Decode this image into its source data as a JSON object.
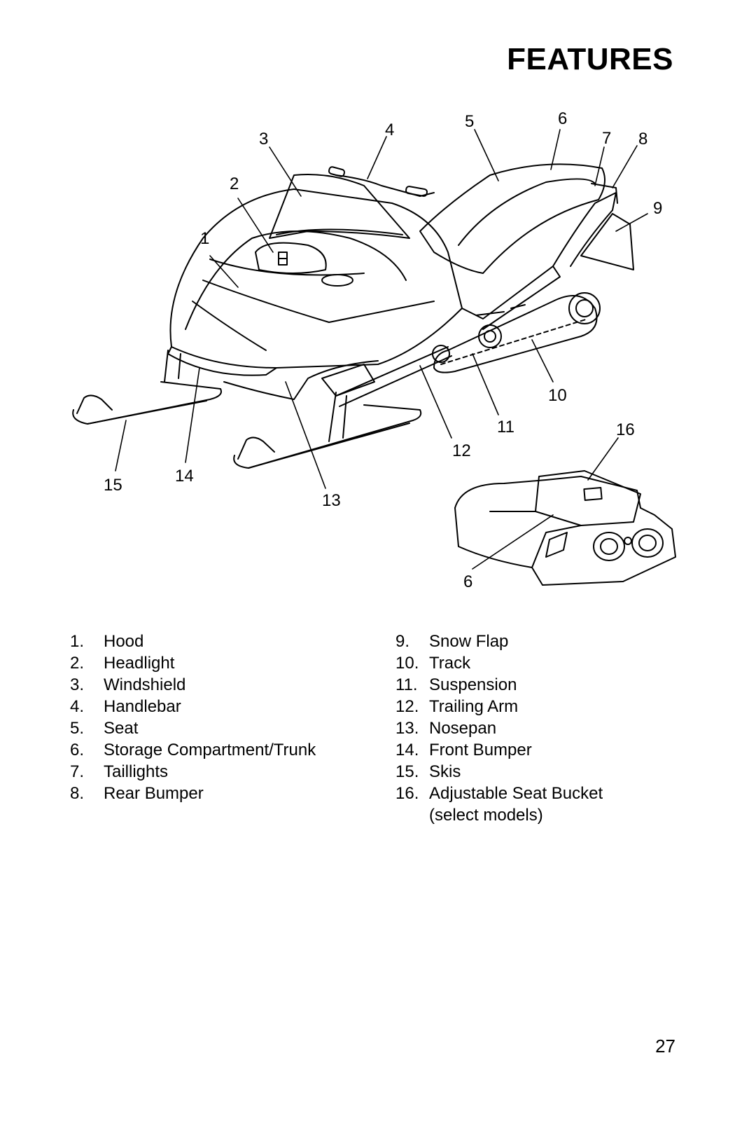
{
  "page": {
    "title": "FEATURES",
    "page_number": "27"
  },
  "figure": {
    "main_callouts": [
      "1",
      "2",
      "3",
      "4",
      "5",
      "6",
      "7",
      "8",
      "9",
      "10",
      "11",
      "12",
      "13",
      "14",
      "15"
    ],
    "inset_callouts": [
      "16",
      "6"
    ]
  },
  "parts_left": [
    {
      "num": "1.",
      "label": "Hood"
    },
    {
      "num": "2.",
      "label": "Headlight"
    },
    {
      "num": "3.",
      "label": "Windshield"
    },
    {
      "num": "4.",
      "label": "Handlebar"
    },
    {
      "num": "5.",
      "label": "Seat"
    },
    {
      "num": "6.",
      "label": "Storage Compartment/Trunk"
    },
    {
      "num": "7.",
      "label": "Taillights"
    },
    {
      "num": "8.",
      "label": "Rear Bumper"
    }
  ],
  "parts_right": [
    {
      "num": "9.",
      "label": "Snow Flap"
    },
    {
      "num": "10.",
      "label": "Track"
    },
    {
      "num": "11.",
      "label": "Suspension"
    },
    {
      "num": "12.",
      "label": "Trailing Arm"
    },
    {
      "num": "13.",
      "label": "Nosepan"
    },
    {
      "num": "14.",
      "label": "Front Bumper"
    },
    {
      "num": "15.",
      "label": "Skis"
    },
    {
      "num": "16.",
      "label": "Adjustable Seat Bucket\n(select models)"
    }
  ]
}
